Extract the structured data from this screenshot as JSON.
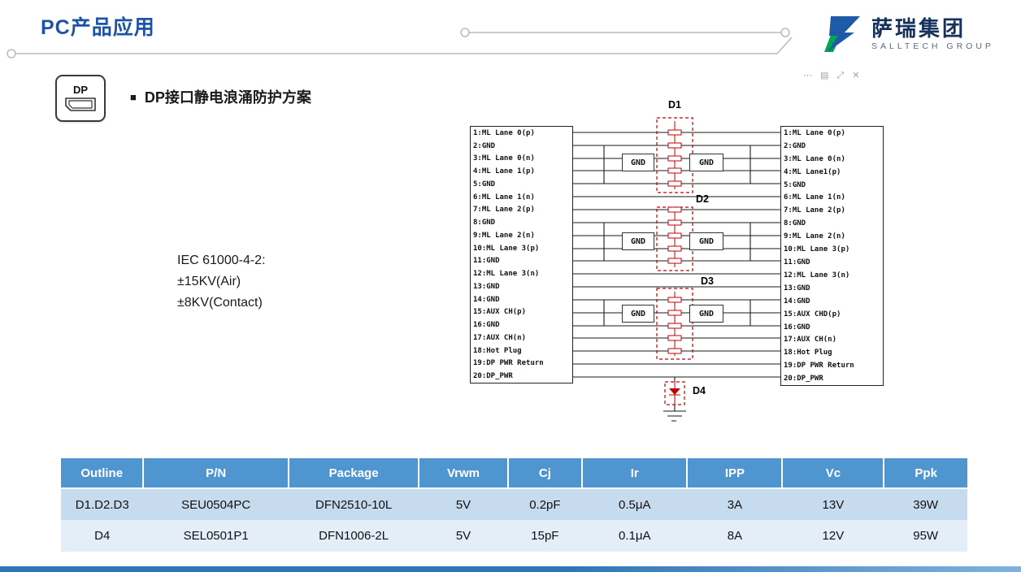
{
  "page": {
    "title": "PC产品应用",
    "bullet": "■",
    "section_title": "DP接口静电浪涌防护方案"
  },
  "logo": {
    "name_cn": "萨瑞集团",
    "name_en": "SALLTECH GROUP"
  },
  "dp_icon": {
    "label": "DP"
  },
  "spec": {
    "lines": [
      "IEC 61000-4-2:",
      "±15KV(Air)",
      "±8KV(Contact)"
    ]
  },
  "mini_toolbar": {
    "items": [
      {
        "name": "more-options",
        "glyph": "⋯"
      },
      {
        "name": "image-tool",
        "glyph": "▤"
      },
      {
        "name": "expand-tool",
        "glyph": "⤢"
      },
      {
        "name": "close",
        "glyph": "✕"
      }
    ]
  },
  "diagram": {
    "gnd_label": "GND",
    "devices": [
      "D1",
      "D2",
      "D3",
      "D4"
    ],
    "left_pins": [
      "1:ML Lane 0(p)",
      "2:GND",
      "3:ML Lane 0(n)",
      "4:ML Lane 1(p)",
      "5:GND",
      "6:ML Lane 1(n)",
      "7:ML Lane 2(p)",
      "8:GND",
      "9:ML Lane 2(n)",
      "10:ML Lane 3(p)",
      "11:GND",
      "12:ML Lane 3(n)",
      "13:GND",
      "14:GND",
      "15:AUX CH(p)",
      "16:GND",
      "17:AUX CH(n)",
      "18:Hot Plug",
      "19:DP PWR Return",
      "20:DP_PWR"
    ],
    "right_pins": [
      "1:ML Lane 0(p)",
      "2:GND",
      "3:ML Lane 0(n)",
      "4:ML Lane1(p)",
      "5:GND",
      "6:ML Lane 1(n)",
      "7:ML Lane 2(p)",
      "8:GND",
      "9:ML Lane 2(n)",
      "10:ML Lane 3(p)",
      "11:GND",
      "12:ML Lane 3(n)",
      "13:GND",
      "14:GND",
      "15:AUX CHD(p)",
      "16:GND",
      "17:AUX CH(n)",
      "18:Hot Plug",
      "19:DP PWR Return",
      "20:DP_PWR"
    ]
  },
  "table": {
    "headers": [
      "Outline",
      "P/N",
      "Package",
      "Vrwm",
      "Cj",
      "Ir",
      "IPP",
      "Vc",
      "Ppk"
    ],
    "rows": [
      [
        "D1.D2.D3",
        "SEU0504PC",
        "DFN2510-10L",
        "5V",
        "0.2pF",
        "0.5μA",
        "3A",
        "13V",
        "39W"
      ],
      [
        "D4",
        "SEL0501P1",
        "DFN1006-2L",
        "5V",
        "15pF",
        "0.1μA",
        "8A",
        "12V",
        "95W"
      ]
    ]
  },
  "theme": {
    "accent": "#1c54a5",
    "table-header": "#4f96d1",
    "row-a": "#c7dbee",
    "row-b": "#e4eef8",
    "device-red": "#c00000",
    "wire": "#1a1a1a"
  }
}
